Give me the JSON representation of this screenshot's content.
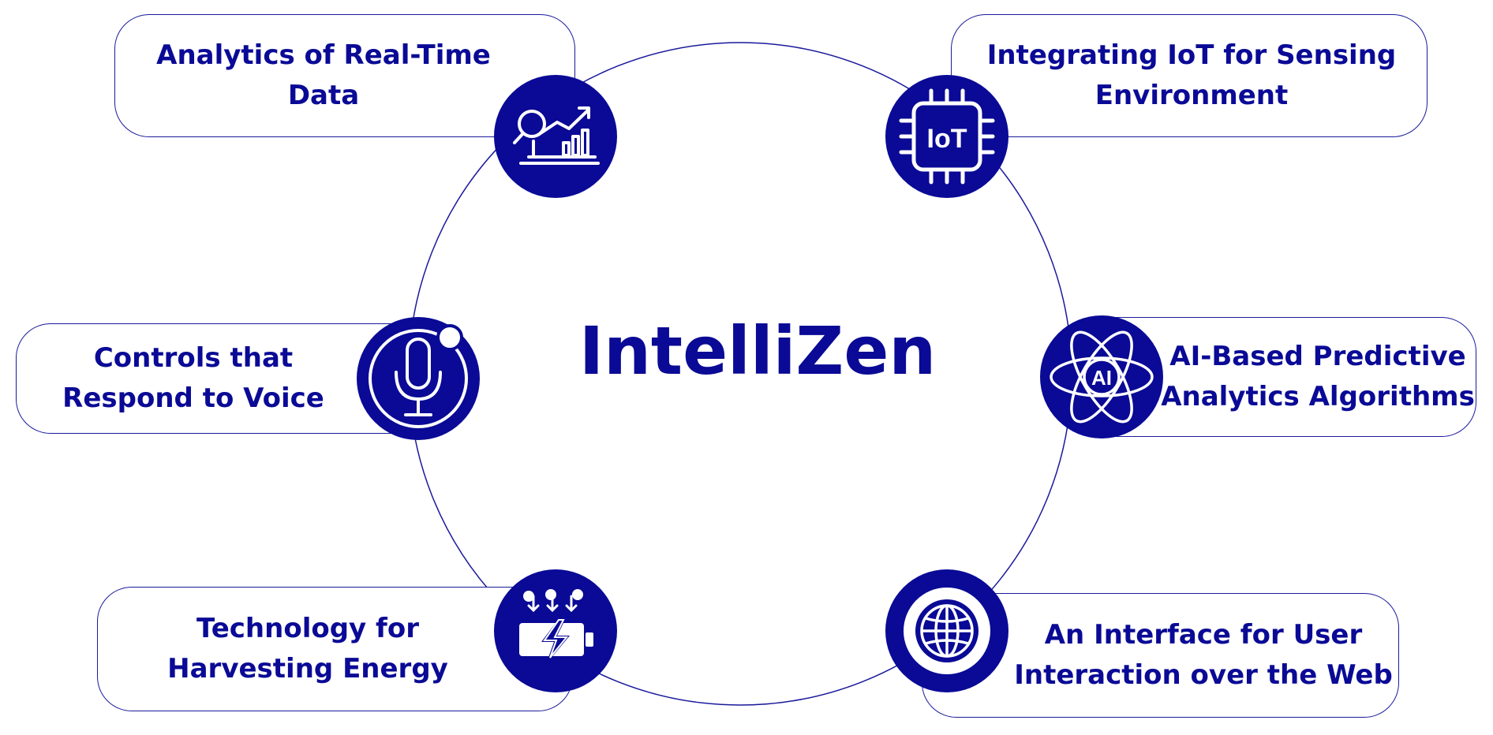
{
  "title": "IntelliZen",
  "colors": {
    "primary": "#0a0a96",
    "outline": "#1a1a9c",
    "background": "#ffffff"
  },
  "features": [
    {
      "id": "analytics",
      "line1": "Analytics of Real-Time",
      "line2": "Data",
      "icon": "analytics-chart-icon"
    },
    {
      "id": "iot",
      "line1": "Integrating IoT for Sensing",
      "line2": "Environment",
      "icon": "iot-chip-icon",
      "icon_text": "IoT"
    },
    {
      "id": "ai",
      "line1": "AI-Based Predictive",
      "line2": "Analytics Algorithms",
      "icon": "ai-atom-icon",
      "icon_text": "AI"
    },
    {
      "id": "web",
      "line1": "An Interface for User",
      "line2": "Interaction over the Web",
      "icon": "globe-icon"
    },
    {
      "id": "energy",
      "line1": "Technology for",
      "line2": "Harvesting Energy",
      "icon": "energy-battery-icon"
    },
    {
      "id": "voice",
      "line1": "Controls that",
      "line2": "Respond to Voice",
      "icon": "microphone-icon"
    }
  ]
}
